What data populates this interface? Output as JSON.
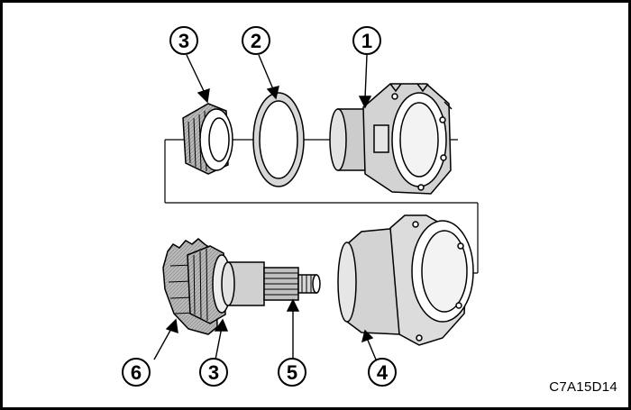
{
  "figure": {
    "code": "C7A15D14",
    "callouts": [
      {
        "id": "c1",
        "label": "1"
      },
      {
        "id": "c2",
        "label": "2"
      },
      {
        "id": "c3a",
        "label": "3"
      },
      {
        "id": "c3b",
        "label": "3"
      },
      {
        "id": "c4",
        "label": "4"
      },
      {
        "id": "c5",
        "label": "5"
      },
      {
        "id": "c6",
        "label": "6"
      }
    ]
  }
}
